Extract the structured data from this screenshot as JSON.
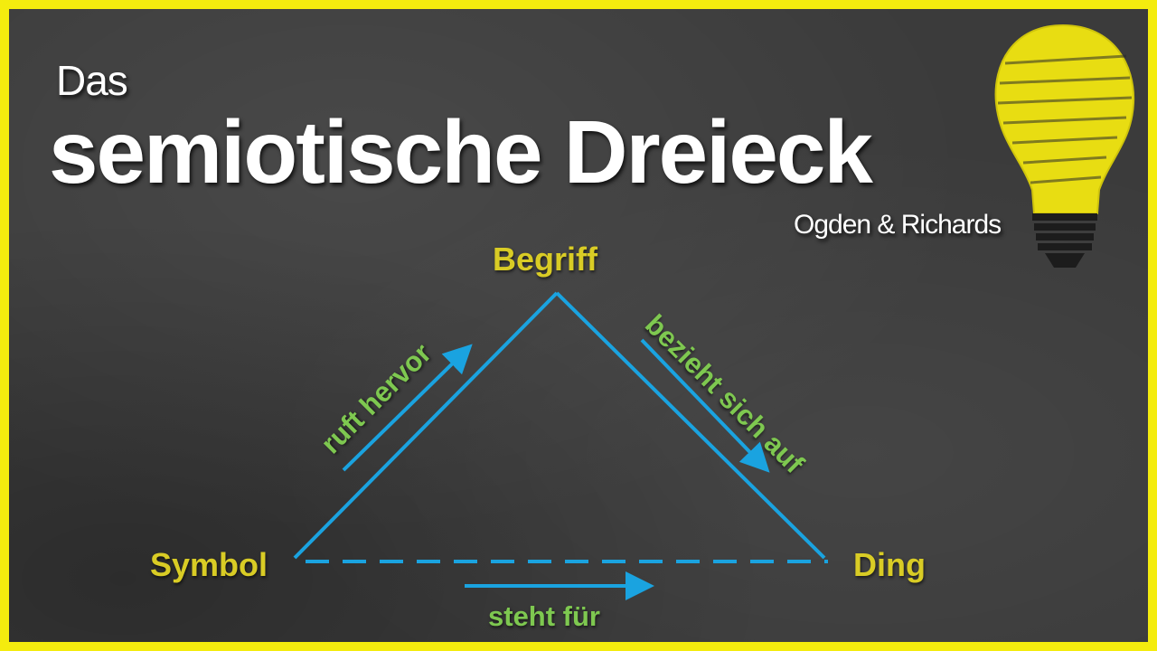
{
  "title": {
    "small": "Das",
    "main": "semiotische Dreieck",
    "subtitle": "Ogden & Richards"
  },
  "nodes": {
    "top": "Begriff",
    "left": "Symbol",
    "right": "Ding"
  },
  "edges": {
    "left": "ruft hervor",
    "right": "bezieht sich auf",
    "bottom": "steht für"
  },
  "colors": {
    "board": "#3b3b3b",
    "frame": "#f4ec0e",
    "title": "#ffffff",
    "node_label": "#d9cc25",
    "edge_label": "#7ec850",
    "lines": "#1aa3e0",
    "bulb": "#e8dd12"
  },
  "icons": {
    "decoration": "light-bulb-icon"
  }
}
